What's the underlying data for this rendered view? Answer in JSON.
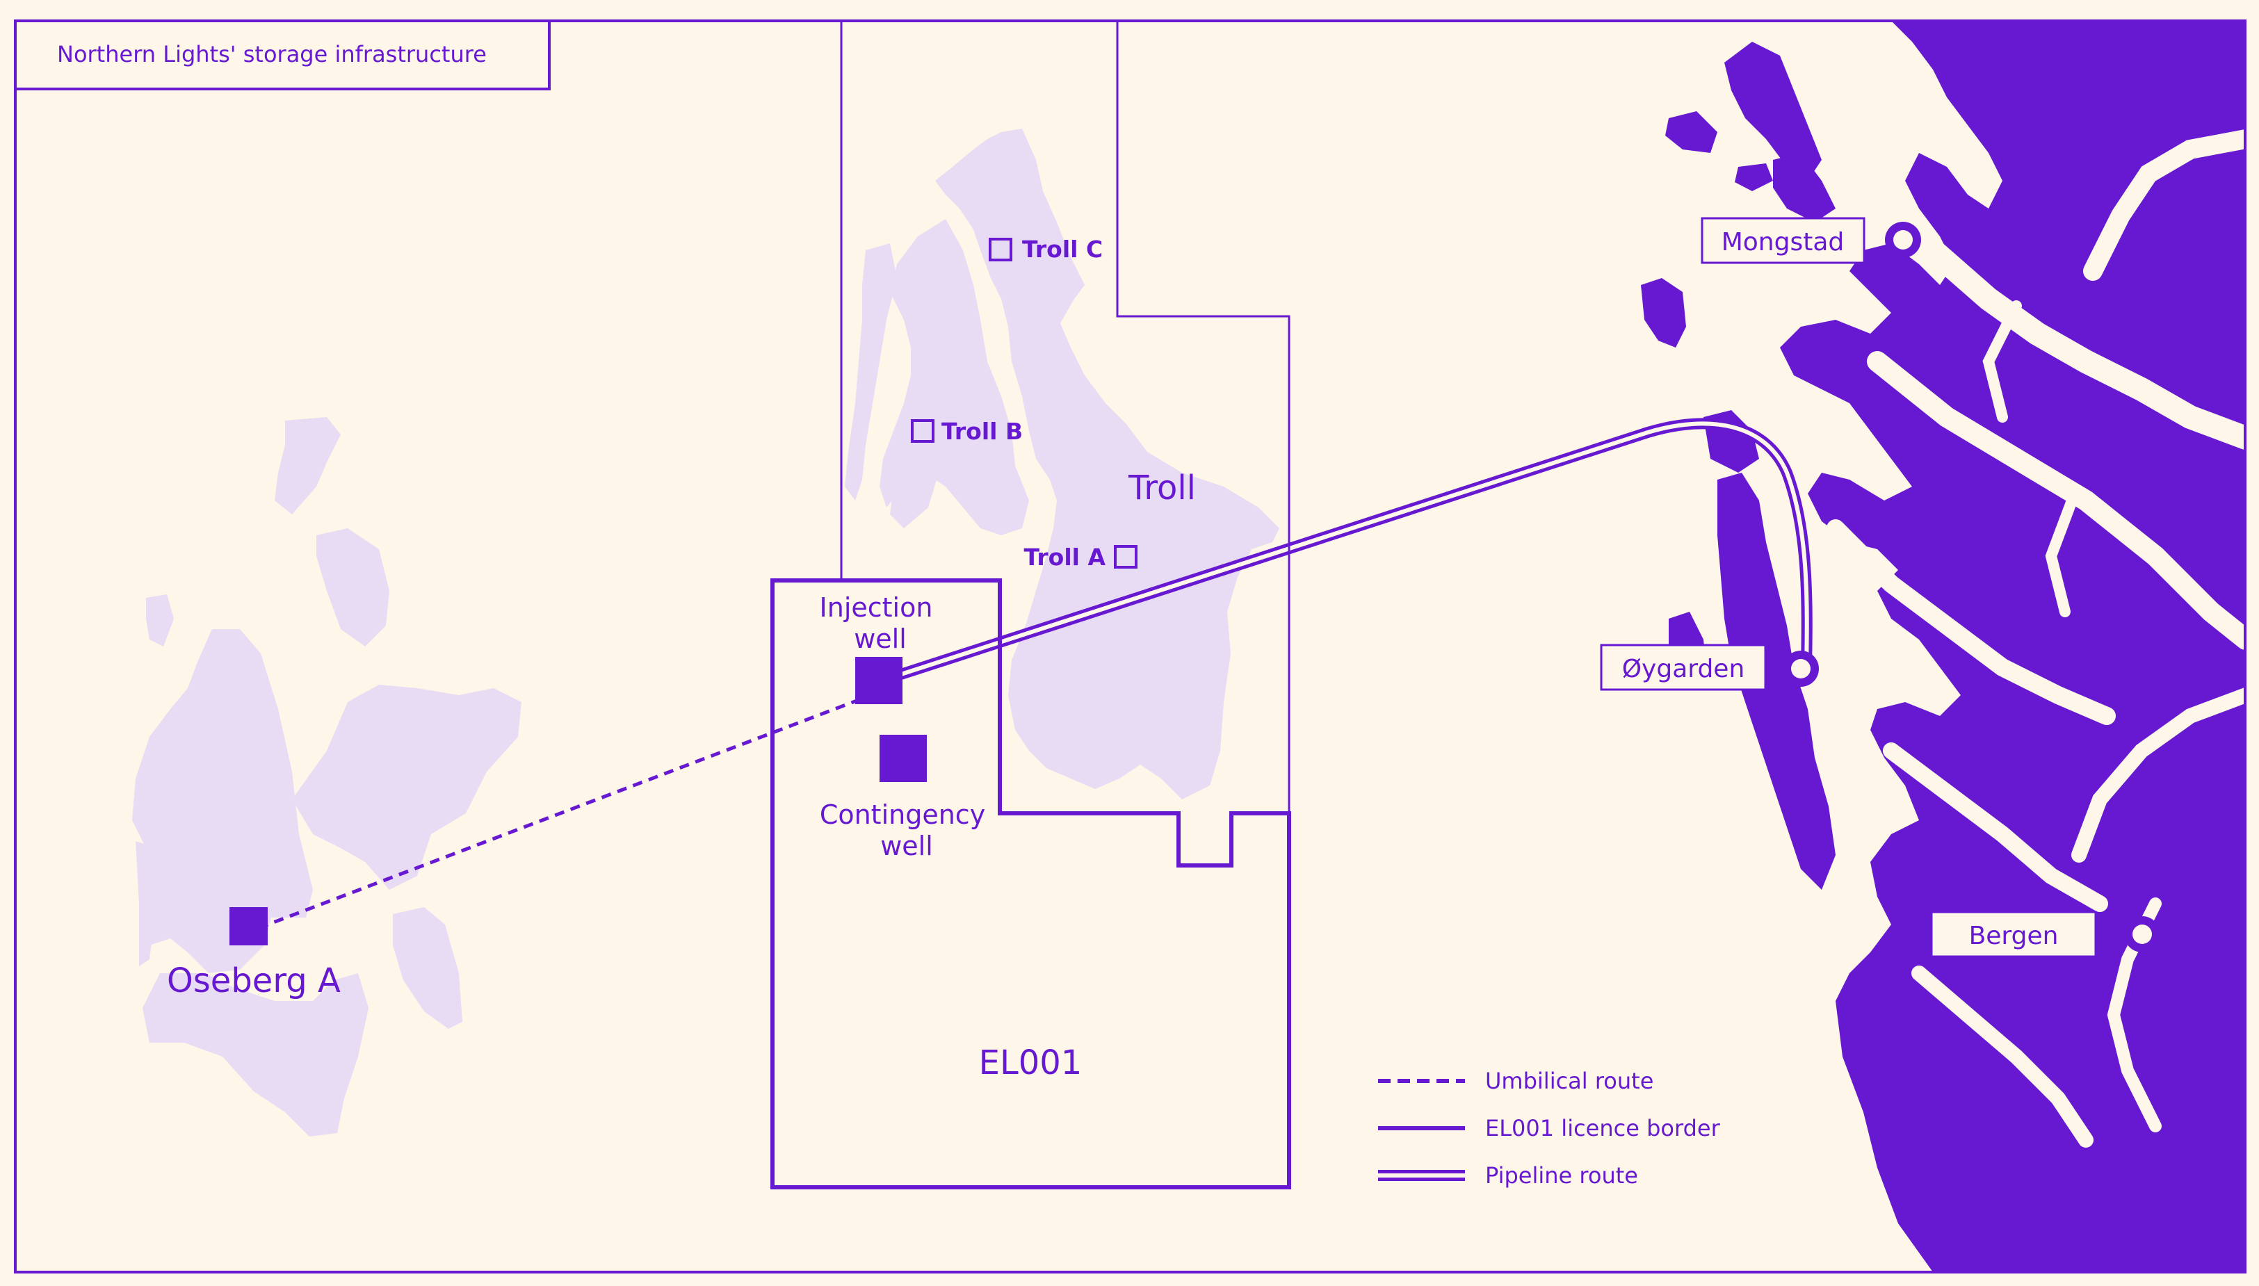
{
  "title": "Northern Lights' storage infrastructure",
  "colors": {
    "background": "#fdf6e9",
    "accent": "#6619d0",
    "land": "#6619d0",
    "field": "#e8dcf5"
  },
  "fields": {
    "oseberg": "Oseberg A",
    "troll": "Troll",
    "licence": "EL001"
  },
  "installations": {
    "troll_a": "Troll A",
    "troll_b": "Troll B",
    "troll_c": "Troll C"
  },
  "wells": {
    "injection_line1": "Injection",
    "injection_line2": "well",
    "contingency_line1": "Contingency",
    "contingency_line2": "well"
  },
  "cities": {
    "mongstad": "Mongstad",
    "oygarden": "Øygarden",
    "bergen": "Bergen"
  },
  "legend": {
    "umbilical": "Umbilical route",
    "licence_border": "EL001 licence border",
    "pipeline": "Pipeline route"
  }
}
